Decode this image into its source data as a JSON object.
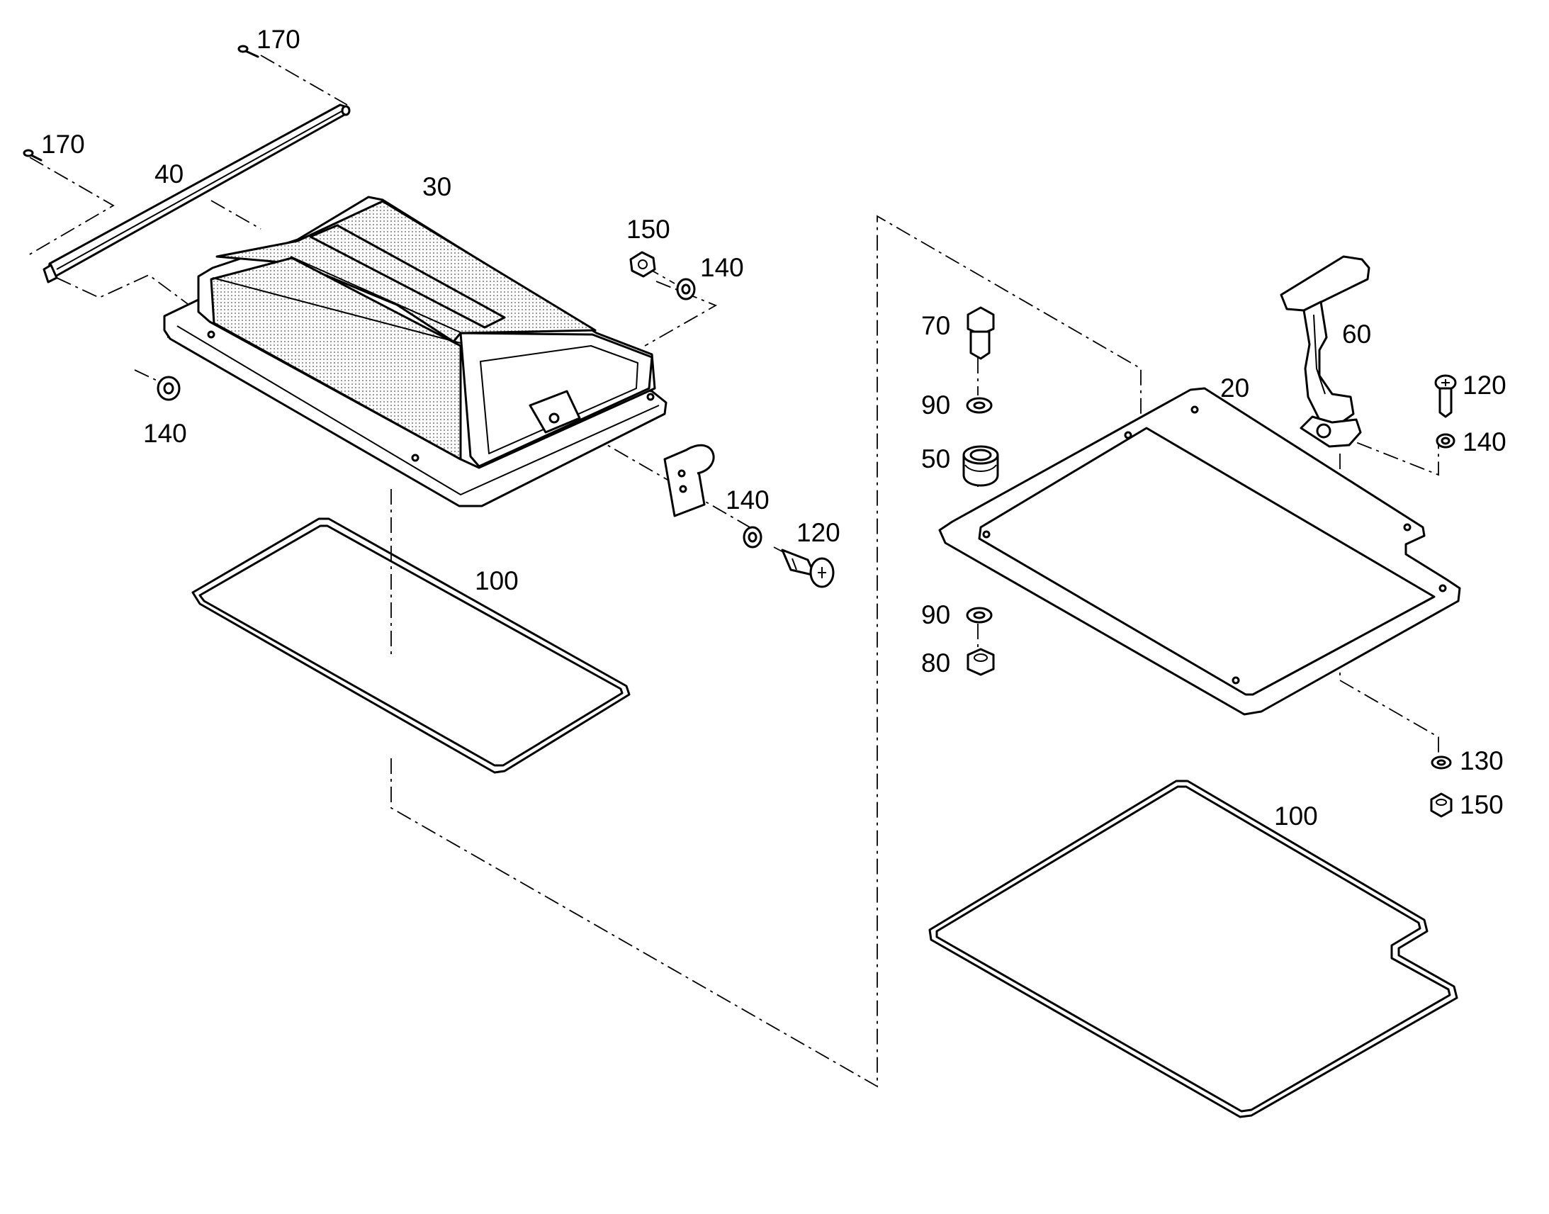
{
  "labels": {
    "p170a": "170",
    "p170b": "170",
    "p40": "40",
    "p30": "30",
    "p150a": "150",
    "p140a": "140",
    "p140b": "140",
    "p140c": "140",
    "p120a": "120",
    "p100a": "100",
    "p70": "70",
    "p90a": "90",
    "p50": "50",
    "p90b": "90",
    "p80": "80",
    "p60": "60",
    "p20": "20",
    "p120b": "120",
    "p140d": "140",
    "p130": "130",
    "p150b": "150",
    "p100b": "100"
  }
}
